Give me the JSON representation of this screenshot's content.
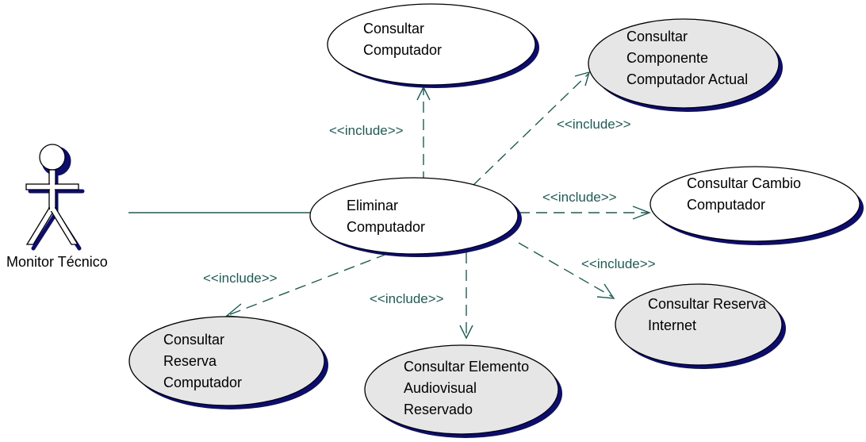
{
  "colors": {
    "line": "#1f5b55",
    "shadow": "#0d0d6e",
    "ellipse_fill_white": "#ffffff",
    "ellipse_fill_gray": "#e6e6e6",
    "text": "#000000"
  },
  "actor": {
    "name": "Monitor Técnico"
  },
  "use_cases": {
    "main": {
      "lines": [
        "Eliminar",
        "Computador"
      ]
    },
    "consultar_computador": {
      "lines": [
        "Consultar",
        "Computador"
      ]
    },
    "consultar_componente": {
      "lines": [
        "Consultar",
        "Componente",
        "Computador Actual"
      ]
    },
    "consultar_cambio": {
      "lines": [
        "Consultar Cambio",
        "Computador"
      ]
    },
    "consultar_reserva_internet": {
      "lines": [
        "Consultar Reserva",
        "Internet"
      ]
    },
    "consultar_elemento": {
      "lines": [
        "Consultar Elemento",
        "Audiovisual",
        "Reservado"
      ]
    },
    "consultar_reserva_computador": {
      "lines": [
        "Consultar",
        "Reserva",
        "Computador"
      ]
    }
  },
  "relationships": {
    "include_label": "<<include>>"
  }
}
